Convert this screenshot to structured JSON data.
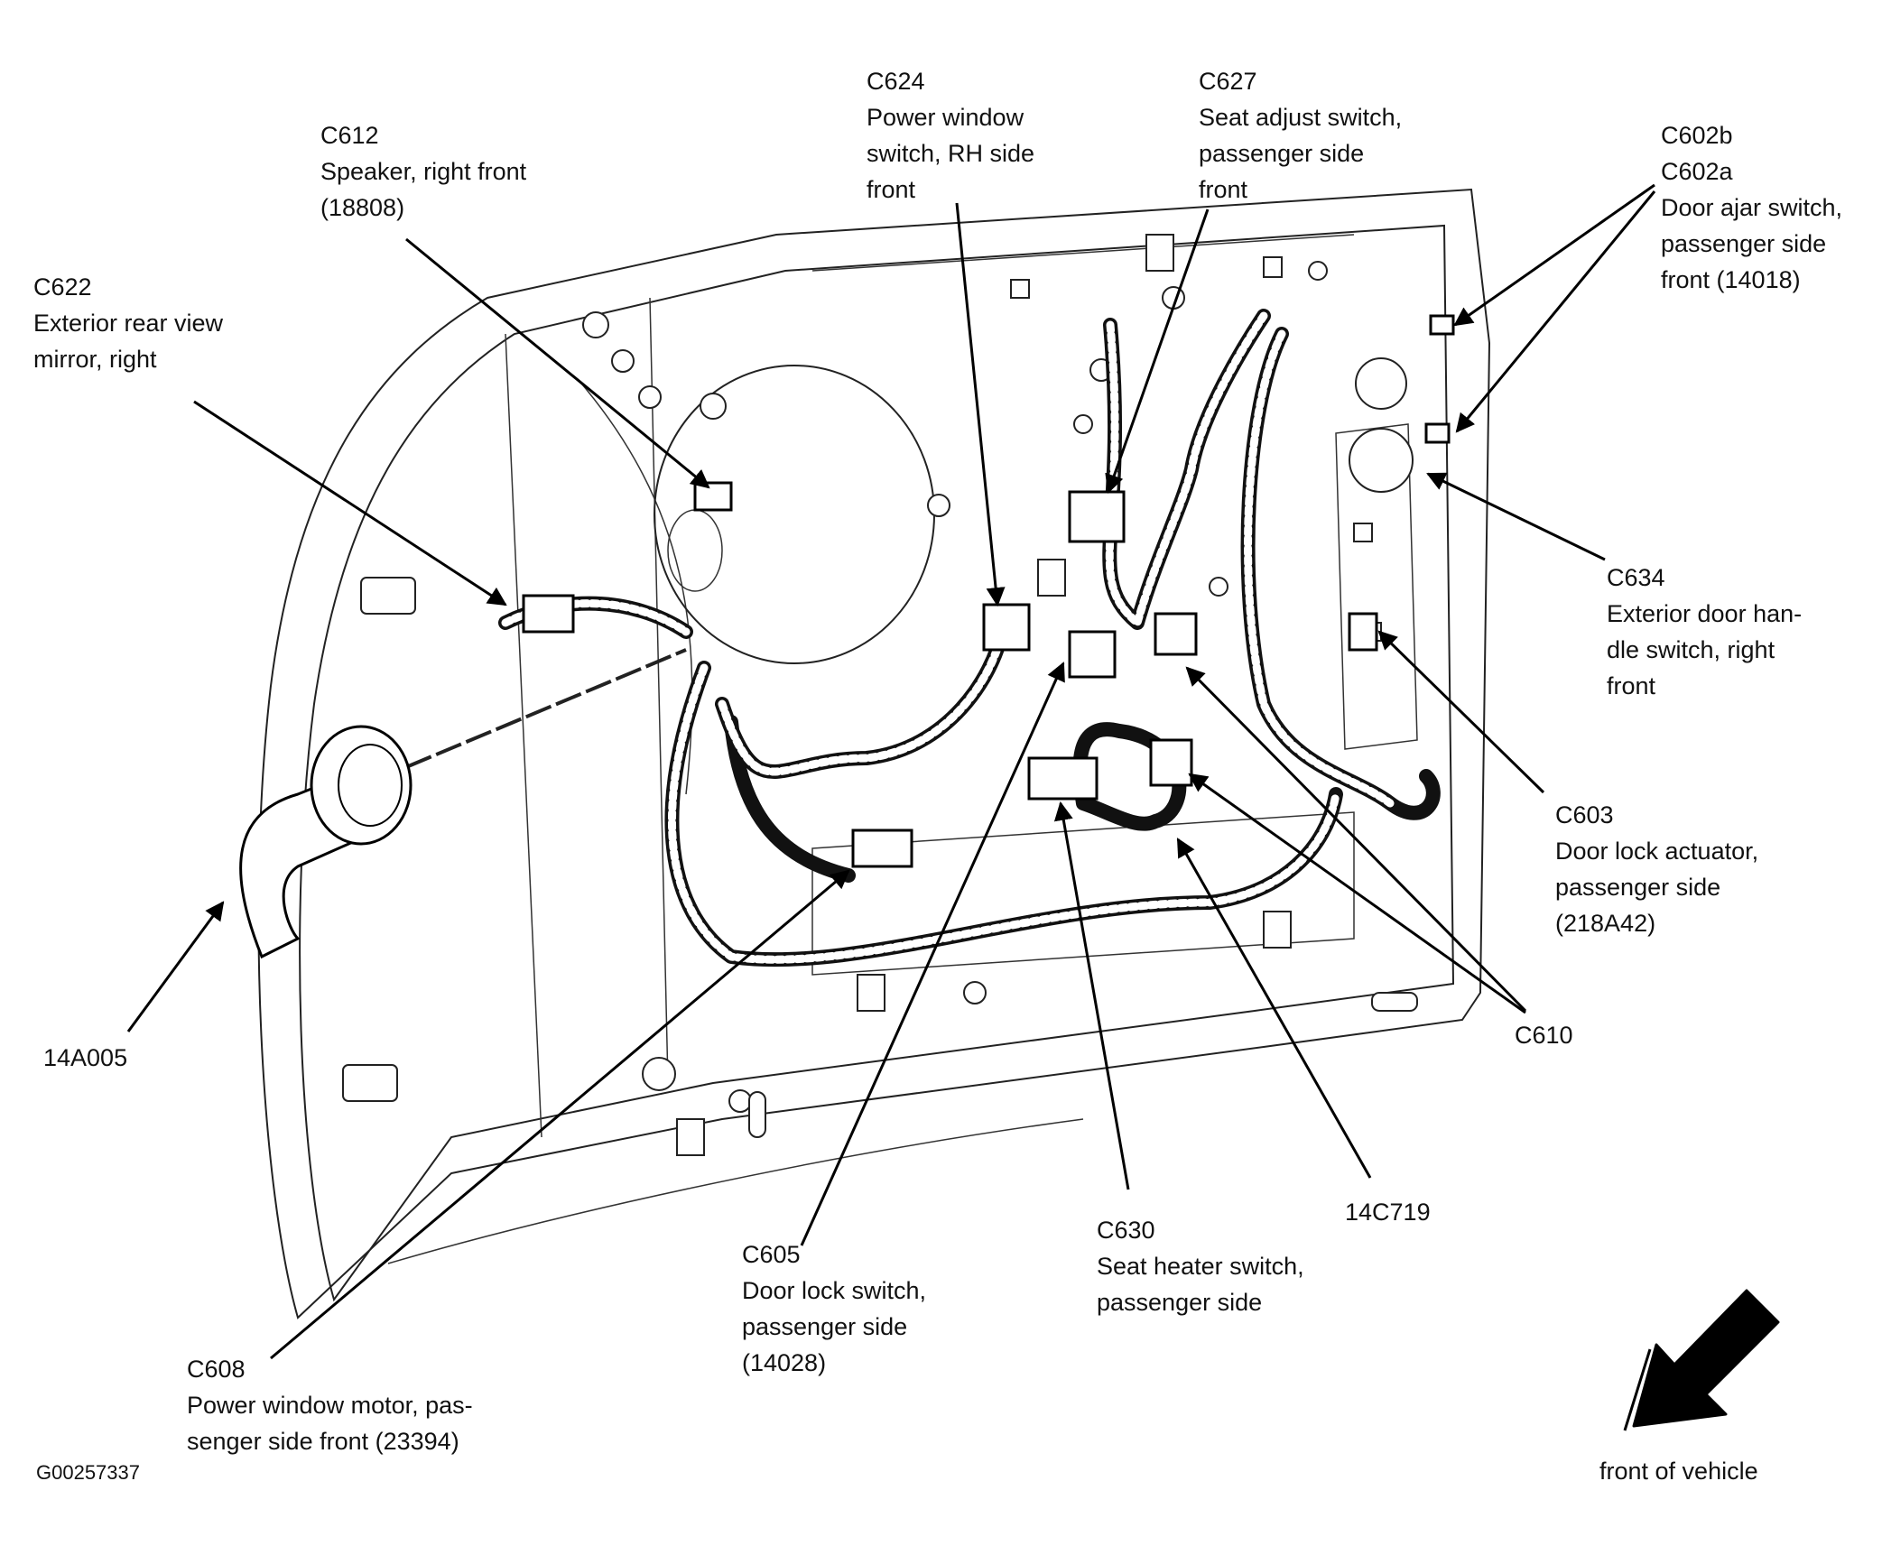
{
  "callouts": [
    {
      "id": "c612",
      "code": "C612",
      "desc": "Speaker, right front\n(18808)"
    },
    {
      "id": "c622",
      "code": "C622",
      "desc": "Exterior rear view\nmirror, right"
    },
    {
      "id": "c624",
      "code": "C624",
      "desc": "Power window\nswitch, RH side\nfront"
    },
    {
      "id": "c627",
      "code": "C627",
      "desc": "Seat adjust switch,\npassenger side\nfront"
    },
    {
      "id": "c602",
      "code": "C602b",
      "desc": "C602a\nDoor ajar switch,\npassenger side\nfront (14018)"
    },
    {
      "id": "c634",
      "code": "C634",
      "desc": "Exterior door han-\ndle switch, right\nfront"
    },
    {
      "id": "c603",
      "code": "C603",
      "desc": "Door lock actuator,\npassenger side\n(218A42)"
    },
    {
      "id": "c610",
      "code": "C610",
      "desc": ""
    },
    {
      "id": "c14c719",
      "code": "14C719",
      "desc": ""
    },
    {
      "id": "c630",
      "code": "C630",
      "desc": "Seat heater switch,\npassenger side"
    },
    {
      "id": "c605",
      "code": "C605",
      "desc": "Door lock switch,\npassenger side\n(14028)"
    },
    {
      "id": "c608",
      "code": "C608",
      "desc": "Power window motor, pas-\nsenger side front (23394)"
    },
    {
      "id": "c14a005",
      "code": "14A005",
      "desc": ""
    }
  ],
  "figure_id": "G00257337",
  "orientation_label": "front of vehicle"
}
